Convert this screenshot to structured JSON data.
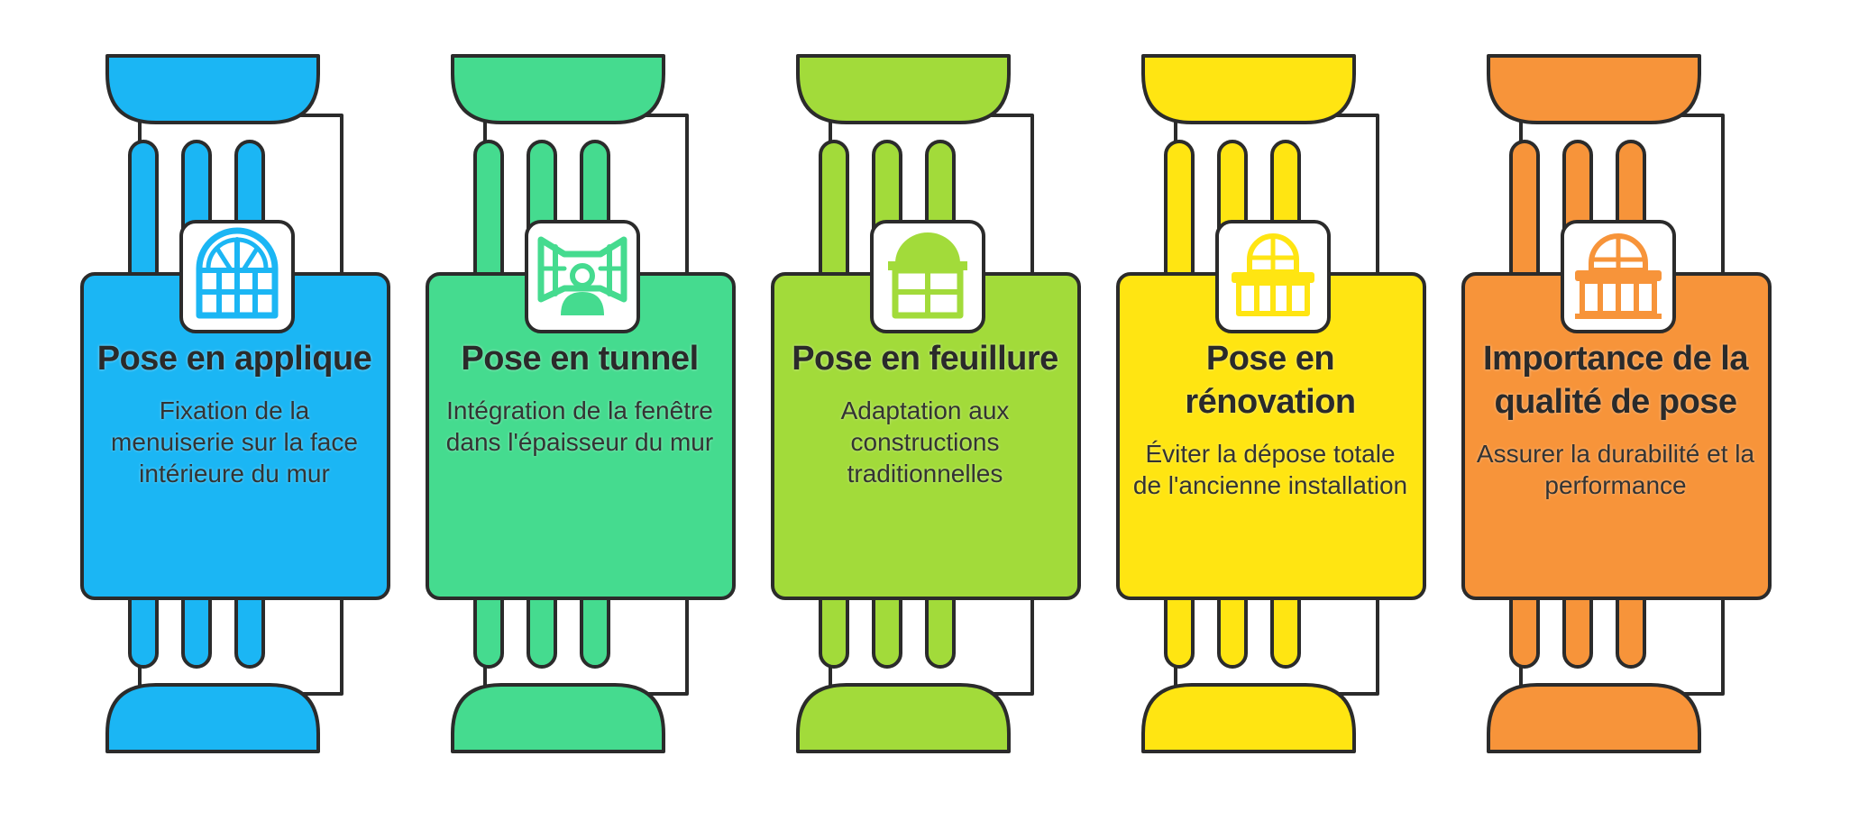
{
  "pillars": [
    {
      "title": "Pose en applique",
      "description": "Fixation de la menuiserie sur la face intérieure du mur",
      "color": "#1BB6F4",
      "icon": "arched-window-icon"
    },
    {
      "title": "Pose en tunnel",
      "description": "Intégration de la fenêtre dans l'épaisseur du mur",
      "color": "#45DB8F",
      "icon": "tunnel-window-icon"
    },
    {
      "title": "Pose en feuillure",
      "description": "Adaptation aux constructions traditionnelles",
      "color": "#A2DB3A",
      "icon": "traditional-window-icon"
    },
    {
      "title": "Pose en rénovation",
      "description": "Éviter la dépose totale de l'ancienne installation",
      "color": "#FFE512",
      "icon": "renovation-window-icon"
    },
    {
      "title": "Importance de la qualité de pose",
      "description": "Assurer la durabilité et la performance",
      "color": "#F7943A",
      "icon": "balcony-window-icon"
    }
  ]
}
